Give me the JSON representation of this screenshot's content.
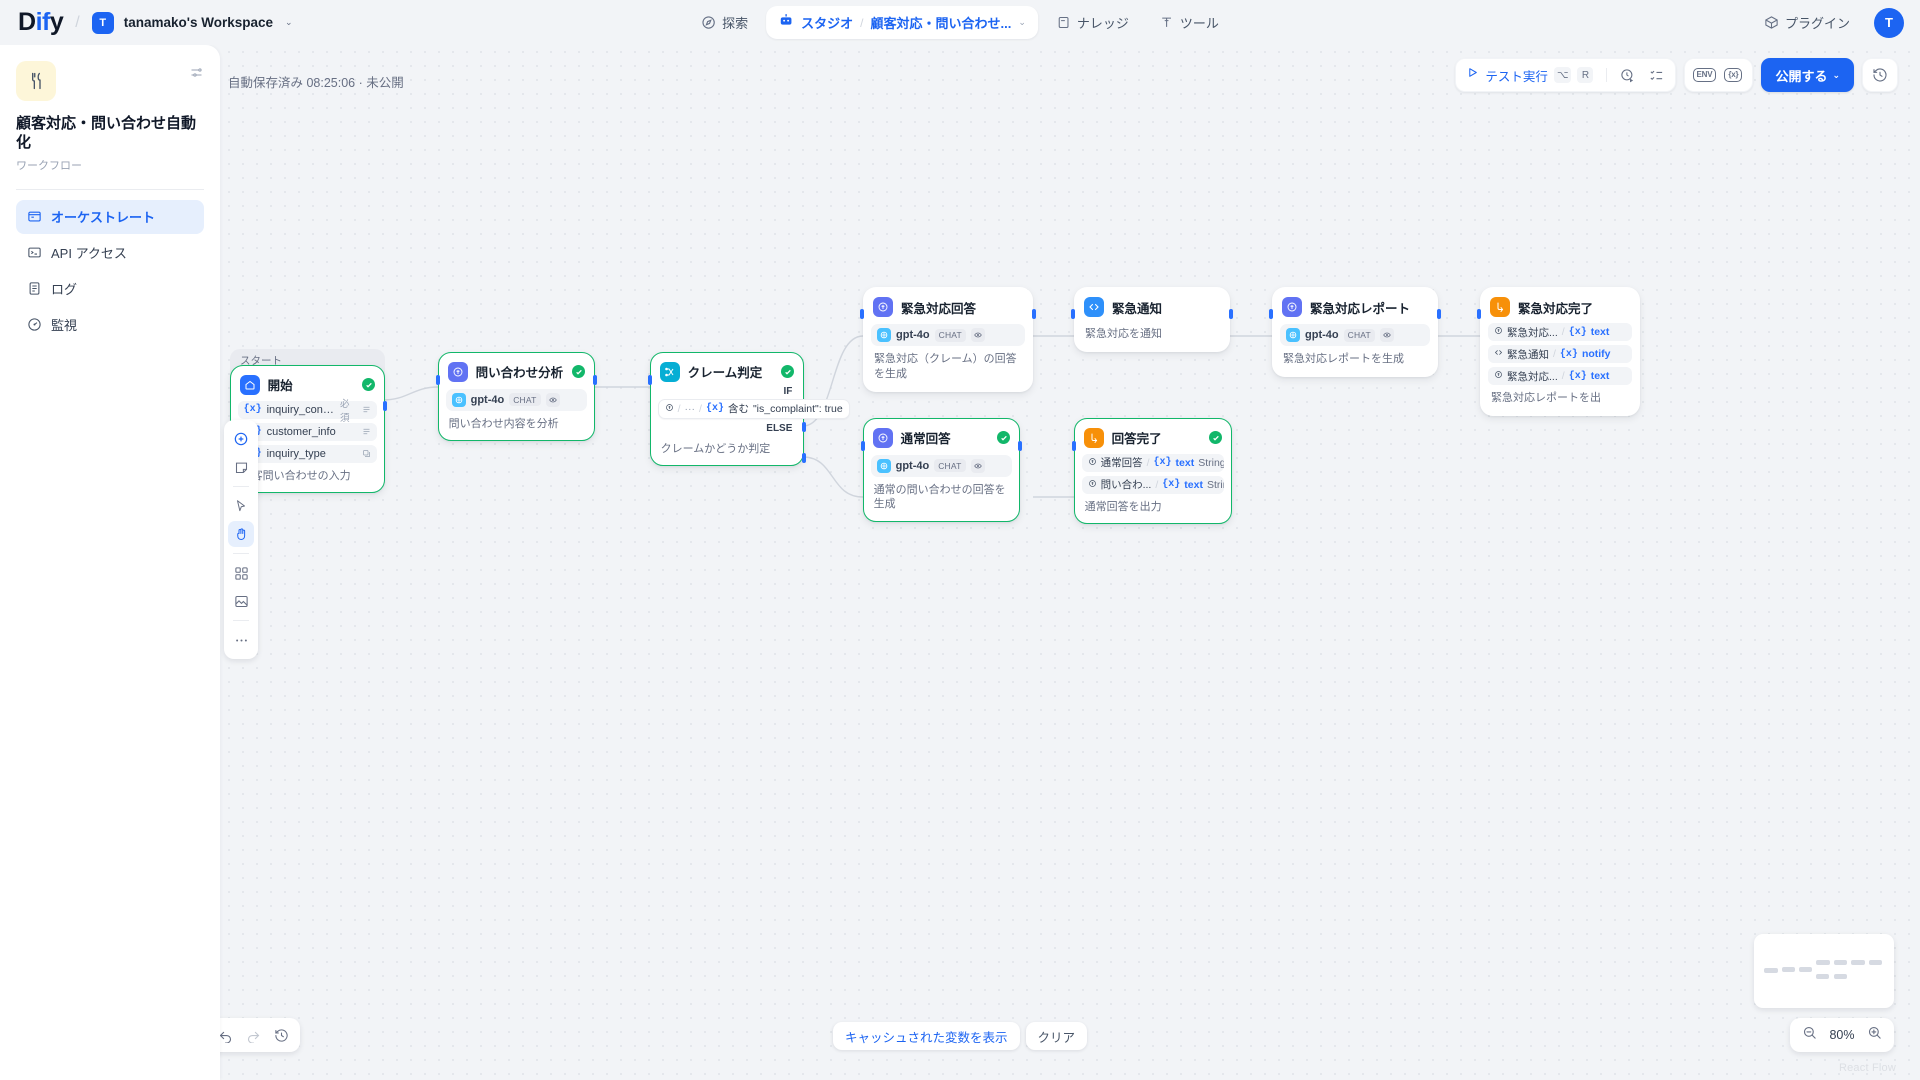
{
  "topbar": {
    "logo_prefix": "D",
    "logo_mid": "if",
    "logo_suffix": "y",
    "separator": "/",
    "workspace_initial": "T",
    "workspace_name": "tanamako's Workspace",
    "workspace_caret": "⌄",
    "explore_label": "探索",
    "studio_label": "スタジオ",
    "pill_sep": "/",
    "app_breadcrumb": "顧客対応・問い合わせ...",
    "pill_caret": "⌄",
    "knowledge_label": "ナレッジ",
    "tools_label": "ツール",
    "plugins_label": "プラグイン",
    "user_initial": "T"
  },
  "sidebar": {
    "app_title": "顧客対応・問い合わせ自動化",
    "app_type": "ワークフロー",
    "items": [
      {
        "label": "オーケストレート",
        "icon": "orchestrate-icon",
        "active": true
      },
      {
        "label": "API アクセス",
        "icon": "api-icon",
        "active": false
      },
      {
        "label": "ログ",
        "icon": "logs-icon",
        "active": false
      },
      {
        "label": "監視",
        "icon": "monitor-icon",
        "active": false
      }
    ]
  },
  "header": {
    "autosave_text": "自動保存済み 08:25:06 · 未公開",
    "run_label": "テスト実行",
    "shortcut_alt": "⌥",
    "shortcut_key": "R",
    "publish_label": "公開する",
    "publish_caret": "⌄",
    "env_badge": "ENV",
    "var_badge": "{x}"
  },
  "bottom": {
    "show_cached_vars": "キャッシュされた変数を表示",
    "clear": "クリア",
    "zoom_level": "80%",
    "attribution": "React Flow"
  },
  "workflow": {
    "group_label": "スタート",
    "nodes": [
      {
        "id": "start",
        "title": "開始",
        "type": "start",
        "desc": "顧客問い合わせの入力",
        "selected": true,
        "checked": true,
        "vars": [
          {
            "name": "inquiry_content",
            "required": "必須",
            "icon": "paragraph-icon"
          },
          {
            "name": "customer_info",
            "required": "",
            "icon": "paragraph-icon"
          },
          {
            "name": "inquiry_type",
            "required": "",
            "icon": "select-icon"
          }
        ]
      },
      {
        "id": "analyze",
        "title": "問い合わせ分析",
        "type": "llm",
        "desc": "問い合わせ内容を分析",
        "selected": true,
        "checked": true,
        "model": "gpt-4o",
        "model_chip": "CHAT"
      },
      {
        "id": "claim-check",
        "title": "クレーム判定",
        "type": "ifelse",
        "desc": "クレームかどうか判定",
        "selected": true,
        "checked": true,
        "if_label": "IF",
        "else_label": "ELSE",
        "condition_operator": "含む",
        "condition_value": "\"is_complaint\": true"
      },
      {
        "id": "urgent-answer",
        "title": "緊急対応回答",
        "type": "llm",
        "desc": "緊急対応（クレーム）の回答を生成",
        "selected": false,
        "checked": false,
        "model": "gpt-4o",
        "model_chip": "CHAT"
      },
      {
        "id": "urgent-notify",
        "title": "緊急通知",
        "type": "code",
        "desc": "緊急対応を通知",
        "selected": false,
        "checked": false
      },
      {
        "id": "urgent-report",
        "title": "緊急対応レポート",
        "type": "llm",
        "desc": "緊急対応レポートを生成",
        "selected": false,
        "checked": false,
        "model": "gpt-4o",
        "model_chip": "CHAT"
      },
      {
        "id": "urgent-end",
        "title": "緊急対応完了",
        "type": "end",
        "desc": "緊急対応レポートを出",
        "selected": false,
        "checked": false,
        "outputs": [
          {
            "source": "緊急対応...",
            "var": "text",
            "vtype": ""
          },
          {
            "source": "緊急通知",
            "var": "notify",
            "vtype": ""
          },
          {
            "source": "緊急対応...",
            "var": "text",
            "vtype": ""
          }
        ]
      },
      {
        "id": "normal-answer",
        "title": "通常回答",
        "type": "llm",
        "desc": "通常の問い合わせの回答を生成",
        "selected": true,
        "checked": true,
        "model": "gpt-4o",
        "model_chip": "CHAT"
      },
      {
        "id": "normal-end",
        "title": "回答完了",
        "type": "end",
        "desc": "通常回答を出力",
        "selected": true,
        "checked": true,
        "outputs": [
          {
            "source": "通常回答",
            "var": "text",
            "vtype": "String"
          },
          {
            "source": "問い合わ...",
            "var": "text",
            "vtype": "String"
          }
        ]
      }
    ]
  }
}
